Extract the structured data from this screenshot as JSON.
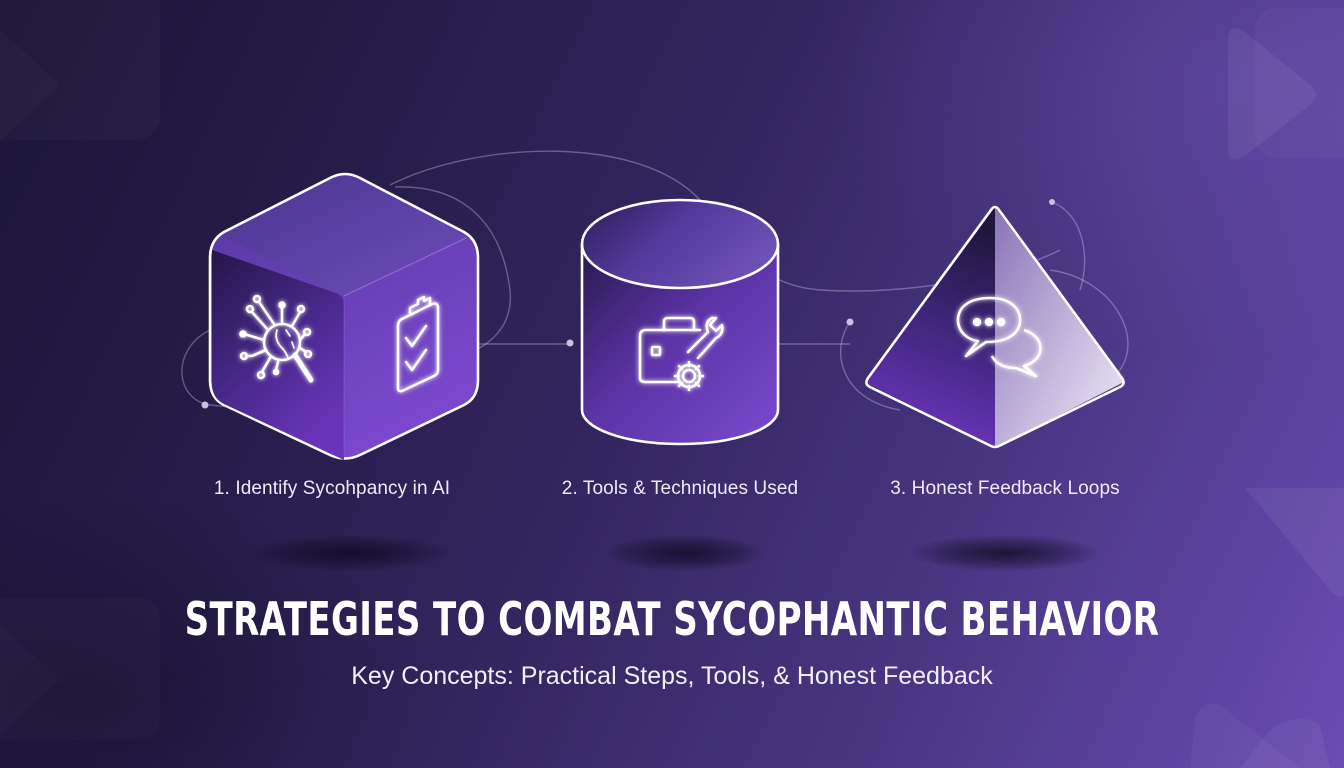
{
  "slide": {
    "title": "STRATEGIES TO COMBAT SYCOPHANTIC BEHAVIOR",
    "subtitle": "Key Concepts: Practical Steps, Tools, & Honest Feedback"
  },
  "steps": [
    {
      "label": "1. Identify Sycohpancy in AI",
      "shape": "cube",
      "icons": [
        "network-magnifier-icon",
        "clipboard-checklist-icon"
      ]
    },
    {
      "label": "2. Tools & Techniques Used",
      "shape": "cylinder",
      "icons": [
        "toolbox-wrench-gear-icon"
      ]
    },
    {
      "label": "3. Honest Feedback Loops",
      "shape": "pyramid",
      "icons": [
        "chat-bubbles-icon"
      ]
    }
  ],
  "colors": {
    "background_dark": "#1c1538",
    "background_light": "#6a4cb2",
    "shape_purple": "#7a4fd0",
    "shape_dark": "#2a1b52",
    "outline": "#ffffff",
    "text": "#eeeaf8"
  }
}
